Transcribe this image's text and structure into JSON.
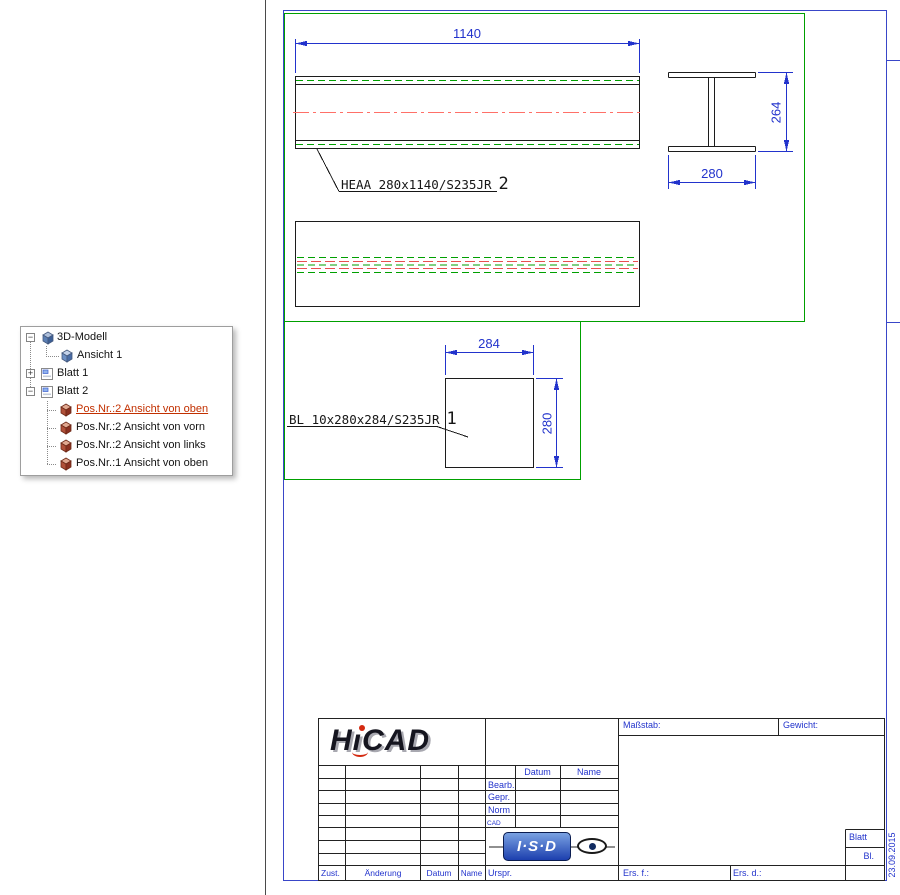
{
  "colors": {
    "dimension_blue": "#2233cc",
    "viewport_green": "#00a000",
    "hidden_green": "#00a000",
    "centerline_red": "#ff7068",
    "sheet_border_blue": "#3946c8",
    "selected_red": "#c23000"
  },
  "tree": {
    "expander_open": "−",
    "expander_closed": "+",
    "items": [
      {
        "label": "3D-Modell"
      },
      {
        "label": "Ansicht 1"
      },
      {
        "label": "Blatt 1"
      },
      {
        "label": "Blatt 2"
      },
      {
        "label": "Pos.Nr.:2 Ansicht von oben",
        "selected": true
      },
      {
        "label": "Pos.Nr.:2 Ansicht von vorn"
      },
      {
        "label": "Pos.Nr.:2 Ansicht von links"
      },
      {
        "label": "Pos.Nr.:1 Ansicht von oben"
      }
    ]
  },
  "drawing": {
    "beam_dim_length": "1140",
    "beam_label": "HEAA 280x1140/S235JR",
    "beam_pos": "2",
    "section_dim_height": "264",
    "section_dim_width": "280",
    "plate_dim_width": "284",
    "plate_dim_height": "280",
    "plate_label": "BL 10x280x284/S235JR",
    "plate_pos": "1"
  },
  "titleblock": {
    "logo_h": "H",
    "logo_i": "ı",
    "logo_cad": "CAD",
    "masstab_label": "Maßstab:",
    "gewicht_label": "Gewicht:",
    "datum_header": "Datum",
    "name_header": "Name",
    "bearb_label": "Bearb.",
    "gepr_label": "Gepr.",
    "norm_label": "Norm",
    "cad_label": "CAD",
    "urspr_label": "Urspr.",
    "ers_f_label": "Ers. f.:",
    "ers_d_label": "Ers. d.:",
    "blatt_label": "Blatt",
    "bl_label": "Bl.",
    "zust_label": "Zust.",
    "aenderung_label": "Änderung",
    "datum_label": "Datum",
    "name_label": "Name",
    "isd_text": "I·S·D"
  },
  "margin_date": "23.09.2015"
}
